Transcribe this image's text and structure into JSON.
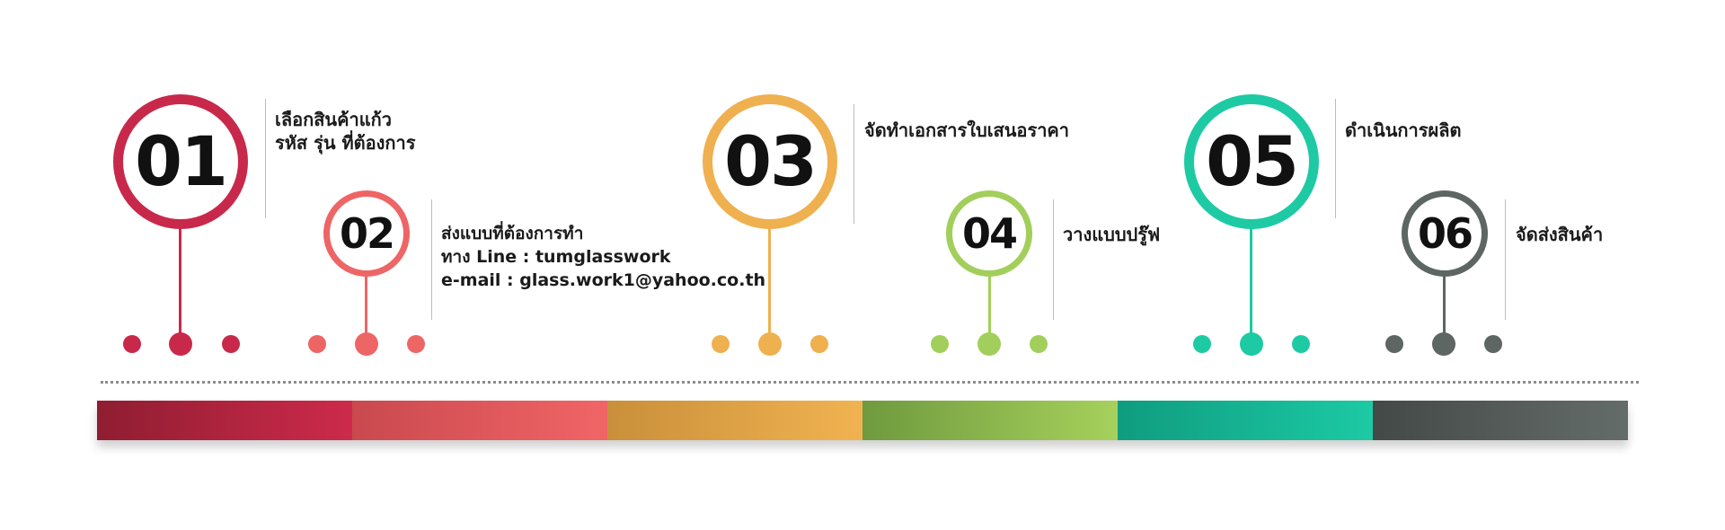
{
  "steps": [
    {
      "number": "01",
      "lines": [
        "เลือกสินค้าแก้ว",
        "รหัส รุ่น ที่ต้องการ"
      ],
      "color": "#c8294a",
      "gradient": [
        "#8f1d31",
        "#cd2a4b"
      ]
    },
    {
      "number": "02",
      "lines": [
        "ส่งแบบที่ต้องการทำ",
        "ทาง Line : tumglasswork",
        "e-mail : glass.work1@yahoo.co.th"
      ],
      "color": "#ee6566",
      "gradient": [
        "#c9494e",
        "#f16566"
      ]
    },
    {
      "number": "03",
      "lines": [
        "จัดทำเอกสารใบเสนอราคา"
      ],
      "color": "#efb04f",
      "gradient": [
        "#c98f3a",
        "#f1b351"
      ]
    },
    {
      "number": "04",
      "lines": [
        "วางแบบปรู๊ฟ"
      ],
      "color": "#a2cf5b",
      "gradient": [
        "#6f9a3e",
        "#a6d15c"
      ]
    },
    {
      "number": "05",
      "lines": [
        "ดำเนินการผลิต"
      ],
      "color": "#1ecaa4",
      "gradient": [
        "#0f9c7f",
        "#1ccaa4"
      ]
    },
    {
      "number": "06",
      "lines": [
        "จัดส่งสินค้า"
      ],
      "color": "#5e6663",
      "gradient": [
        "#434946",
        "#646c69"
      ]
    }
  ]
}
